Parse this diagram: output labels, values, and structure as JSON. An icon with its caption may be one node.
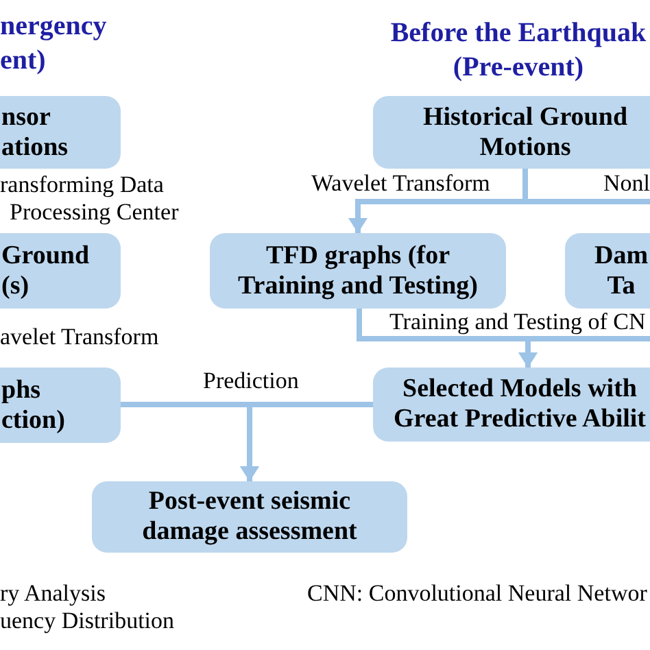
{
  "diagram": {
    "nodes": [
      {
        "text": [
          "nsor ations"
        ]
      },
      {
        "text": [
          "Ground (s)"
        ]
      },
      {
        "text": [
          "phs ction)"
        ]
      },
      {
        "text": [
          "Historical Ground Motions"
        ]
      },
      {
        "text": [
          "TFD graphs (for Training and Testing)"
        ]
      },
      {
        "text": [
          "Dam Ta"
        ]
      },
      {
        "text": [
          "Selected Models with Great Predictive Abilit"
        ]
      },
      {
        "text": [
          "Post-event seismic damage assessment"
        ]
      }
    ],
    "edges": [
      {
        "from": 3,
        "to": 4,
        "arrow": "to",
        "label": "Wavelet Transform"
      },
      {
        "from": 3,
        "to": null,
        "arrow": "none",
        "label": "Nonl"
      },
      {
        "from": 4,
        "to": 6,
        "arrow": "to",
        "label": "Training and Testing of CN"
      },
      {
        "from": null,
        "to": 6,
        "arrow": "to"
      },
      {
        "from": 2,
        "to": 7,
        "arrow": "to",
        "label": "Prediction"
      },
      {
        "from": 6,
        "to": 7,
        "arrow": "to"
      }
    ],
    "labels": [
      "nergency ent)",
      "Before the Earthquak (Pre-event)",
      "ransforming Data Processing Center",
      "avelet Transform",
      "ry Analysis",
      "uency Distribution",
      "CNN: Convolutional Neural Networ"
    ]
  }
}
